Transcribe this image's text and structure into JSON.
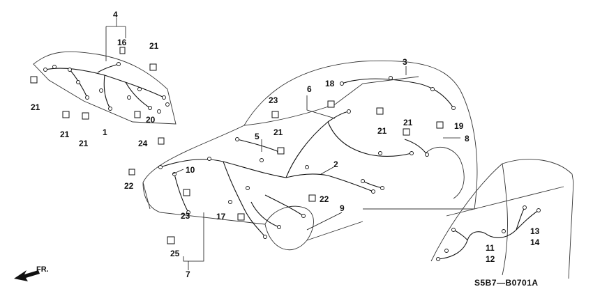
{
  "diagram": {
    "callouts": {
      "c1": "1",
      "c2": "2",
      "c3": "3",
      "c4": "4",
      "c5": "5",
      "c6": "6",
      "c7": "7",
      "c8": "8",
      "c9": "9",
      "c10": "10",
      "c11": "11",
      "c12": "12",
      "c13": "13",
      "c14": "14",
      "c16": "16",
      "c17": "17",
      "c18": "18",
      "c19": "19",
      "c20": "20",
      "c21": "21",
      "c22": "22",
      "c23": "23",
      "c24": "24",
      "c25": "25"
    },
    "direction_label": "FR.",
    "diagram_code": "S5B7—B0701A"
  }
}
